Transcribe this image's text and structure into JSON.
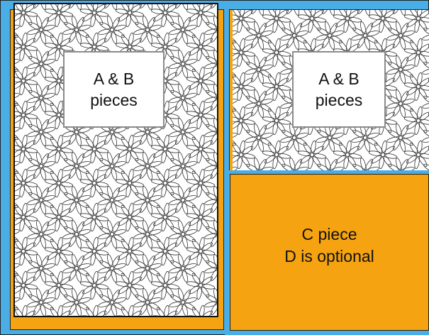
{
  "colors": {
    "background_blue": "#4aaee6",
    "piece_orange": "#f5a311",
    "fabric_white": "#ffffff",
    "label_border": "#8a8a8a"
  },
  "left_piece": {
    "label_line1": "A & B",
    "label_line2": "pieces",
    "fill_icon": "daisy-pattern"
  },
  "right_top_piece": {
    "label_line1": "A & B",
    "label_line2": "pieces",
    "fill_icon": "daisy-pattern"
  },
  "c_piece": {
    "label_line1": "C piece",
    "label_line2": "D is optional"
  }
}
